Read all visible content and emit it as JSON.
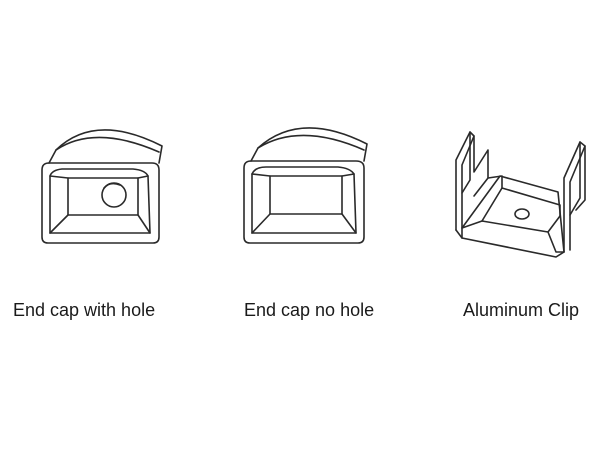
{
  "items": [
    {
      "label": "End cap with hole",
      "icon": "end-cap-with-hole-icon"
    },
    {
      "label": "End cap no hole",
      "icon": "end-cap-no-hole-icon"
    },
    {
      "label": "Aluminum Clip",
      "icon": "aluminum-clip-icon"
    }
  ],
  "colors": {
    "background": "#ffffff",
    "line": "#2a2a2a",
    "text": "#1a1a1a"
  }
}
